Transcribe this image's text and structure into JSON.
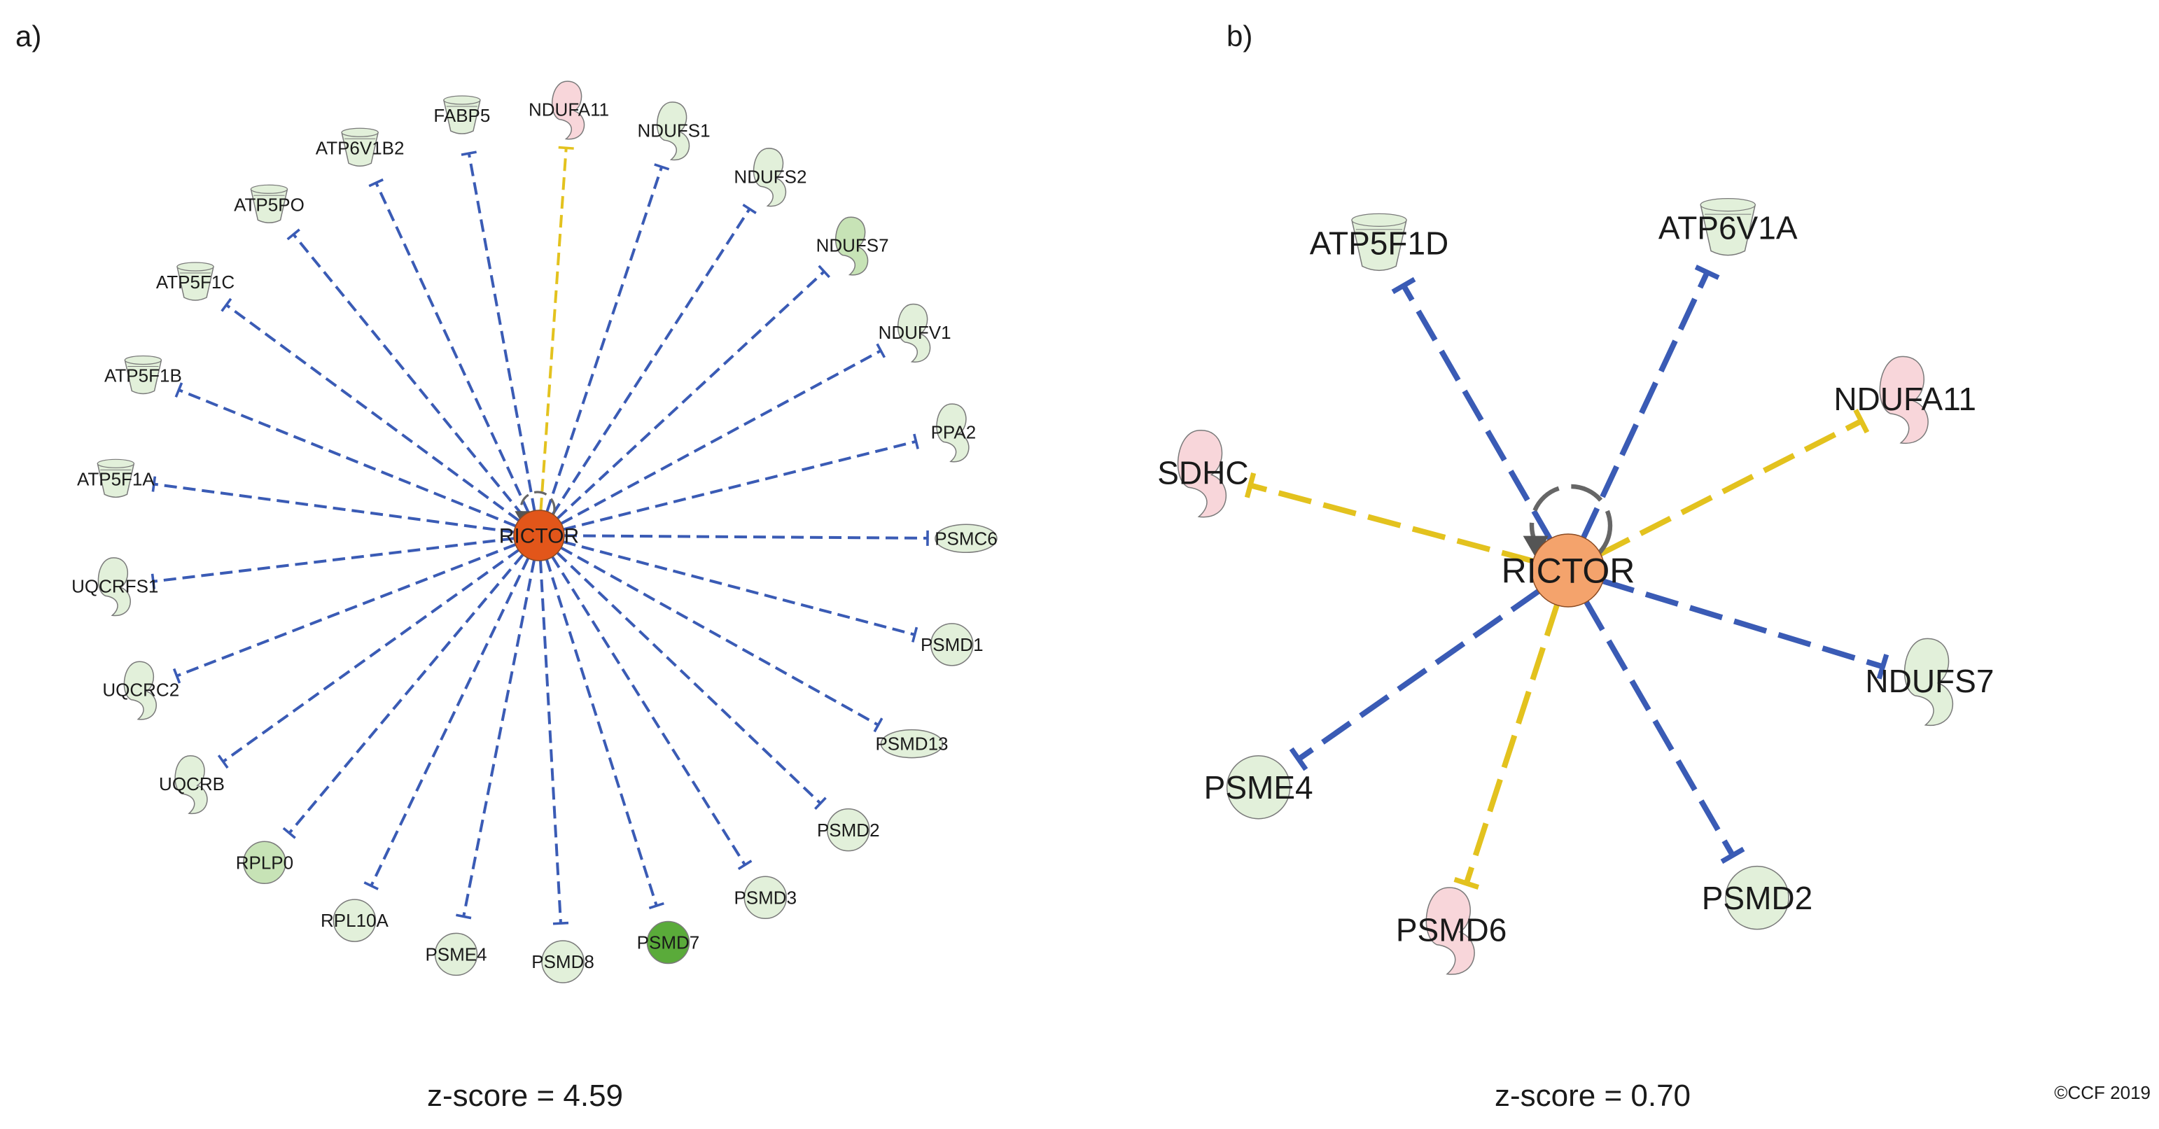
{
  "panels": [
    {
      "label": "a)",
      "center_label": "RICTOR",
      "zscore": "z-score = 4.59",
      "nodes": [
        {
          "name": "NDUFA11",
          "shape": "cup",
          "fill": "#f8d6da",
          "edge": "yellow"
        },
        {
          "name": "NDUFS1",
          "shape": "cup",
          "fill": "#e2f0da",
          "edge": "blue"
        },
        {
          "name": "NDUFS2",
          "shape": "cup",
          "fill": "#e2f0da",
          "edge": "blue"
        },
        {
          "name": "NDUFS7",
          "shape": "cup",
          "fill": "#c7e3b6",
          "edge": "blue"
        },
        {
          "name": "NDUFV1",
          "shape": "cup",
          "fill": "#e2f0da",
          "edge": "blue"
        },
        {
          "name": "PPA2",
          "shape": "cup",
          "fill": "#e2f0da",
          "edge": "blue"
        },
        {
          "name": "PSMC6",
          "shape": "ellipse",
          "fill": "#e2f0da",
          "edge": "blue"
        },
        {
          "name": "PSMD1",
          "shape": "circle",
          "fill": "#e2f0da",
          "edge": "blue"
        },
        {
          "name": "PSMD13",
          "shape": "ellipse",
          "fill": "#e2f0da",
          "edge": "blue"
        },
        {
          "name": "PSMD2",
          "shape": "circle",
          "fill": "#e2f0da",
          "edge": "blue"
        },
        {
          "name": "PSMD3",
          "shape": "circle",
          "fill": "#e2f0da",
          "edge": "blue"
        },
        {
          "name": "PSMD7",
          "shape": "circle",
          "fill": "#5aab3a",
          "edge": "blue"
        },
        {
          "name": "PSMD8",
          "shape": "circle",
          "fill": "#e2f0da",
          "edge": "blue"
        },
        {
          "name": "PSME4",
          "shape": "circle",
          "fill": "#e2f0da",
          "edge": "blue"
        },
        {
          "name": "RPL10A",
          "shape": "circle",
          "fill": "#e2f0da",
          "edge": "blue"
        },
        {
          "name": "RPLP0",
          "shape": "circle",
          "fill": "#c7e3b6",
          "edge": "blue"
        },
        {
          "name": "UQCRB",
          "shape": "cup",
          "fill": "#e2f0da",
          "edge": "blue"
        },
        {
          "name": "UQCRC2",
          "shape": "cup",
          "fill": "#e2f0da",
          "edge": "blue"
        },
        {
          "name": "UQCRFS1",
          "shape": "cup",
          "fill": "#e2f0da",
          "edge": "blue"
        },
        {
          "name": "ATP5F1A",
          "shape": "vase",
          "fill": "#e2f0da",
          "edge": "blue"
        },
        {
          "name": "ATP5F1B",
          "shape": "vase",
          "fill": "#e2f0da",
          "edge": "blue"
        },
        {
          "name": "ATP5F1C",
          "shape": "vase",
          "fill": "#e2f0da",
          "edge": "blue"
        },
        {
          "name": "ATP5PO",
          "shape": "vase",
          "fill": "#e2f0da",
          "edge": "blue"
        },
        {
          "name": "ATP6V1B2",
          "shape": "vase",
          "fill": "#e2f0da",
          "edge": "blue"
        },
        {
          "name": "FABP5",
          "shape": "vase",
          "fill": "#e2f0da",
          "edge": "blue"
        }
      ]
    },
    {
      "label": "b)",
      "center_label": "RICTOR",
      "zscore": "z-score = 0.70",
      "nodes": [
        {
          "name": "ATP6V1A",
          "shape": "vase",
          "fill": "#e2f0da",
          "edge": "blue"
        },
        {
          "name": "NDUFA11",
          "shape": "cup",
          "fill": "#f8d6da",
          "edge": "yellow"
        },
        {
          "name": "NDUFS7",
          "shape": "cup",
          "fill": "#e2f0da",
          "edge": "blue"
        },
        {
          "name": "PSMD2",
          "shape": "circle",
          "fill": "#e2f0da",
          "edge": "blue"
        },
        {
          "name": "PSMD6",
          "shape": "cup",
          "fill": "#f8d6da",
          "edge": "yellow"
        },
        {
          "name": "PSME4",
          "shape": "circle",
          "fill": "#e2f0da",
          "edge": "blue"
        },
        {
          "name": "SDHC",
          "shape": "cup",
          "fill": "#f8d6da",
          "edge": "yellow"
        },
        {
          "name": "ATP5F1D",
          "shape": "vase",
          "fill": "#e2f0da",
          "edge": "blue"
        }
      ]
    }
  ],
  "copyright": "©CCF 2019",
  "colors": {
    "inhibit_blue": "#3a5bb5",
    "inhibit_yellow": "#e3c21e",
    "center_a": "#e2561a",
    "center_b": "#f4a36c",
    "node_outline": "#7a7a7a"
  }
}
